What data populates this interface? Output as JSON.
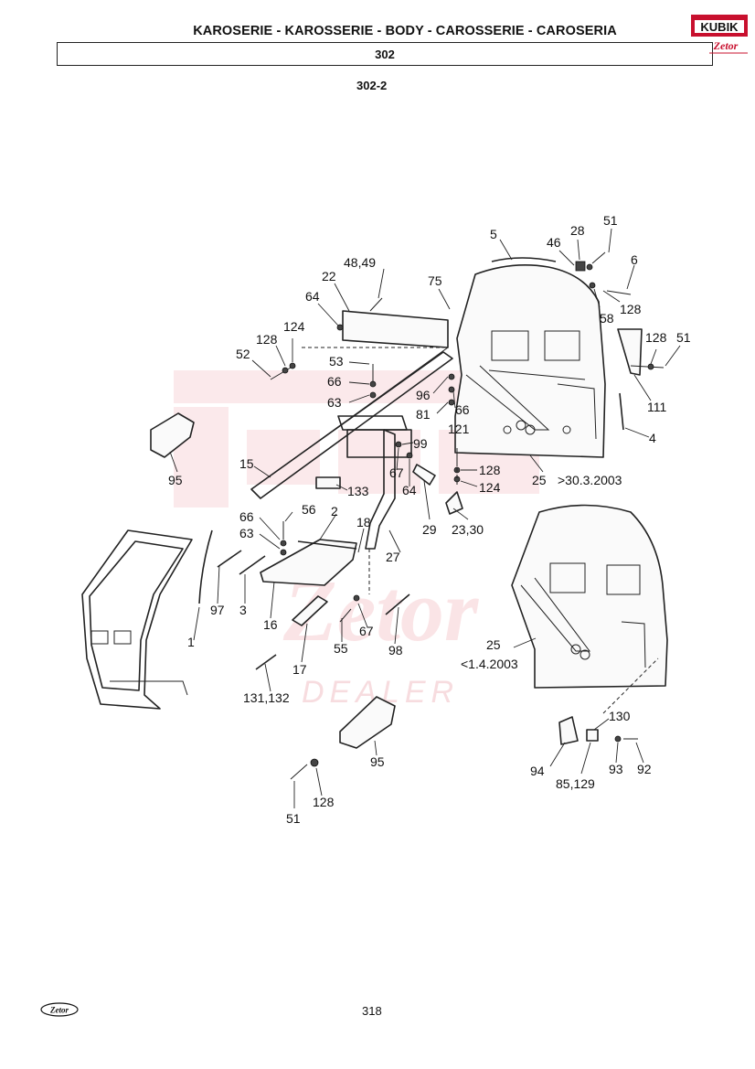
{
  "header": {
    "title": "KAROSERIE - KAROSSERIE - BODY - CAROSSERIE - CAROSERIA",
    "section_code": "302",
    "sub_code": "302-2"
  },
  "logo": {
    "text_top": "KUBIK",
    "text_bottom": "Zetor"
  },
  "footer": {
    "page_number": "318",
    "brand_logo": "Zetor"
  },
  "watermark": {
    "lines": [
      "KUBIK",
      "Zetor",
      "DEALER"
    ]
  },
  "labels": {
    "l5": "5",
    "l28a": "28",
    "l51a": "51",
    "l46": "46",
    "l6": "6",
    "l58": "58",
    "l128a": "128",
    "l128b": "128",
    "l51b": "51",
    "l111": "111",
    "l4": "4",
    "l48_49": "48,49",
    "l22": "22",
    "l75": "75",
    "l64a": "64",
    "l128c": "128",
    "l124a": "124",
    "l52": "52",
    "l53": "53",
    "l66a": "66",
    "l63a": "63",
    "l96": "96",
    "l66b": "66",
    "l81": "81",
    "l121": "121",
    "l99": "99",
    "l67a": "67",
    "l64b": "64",
    "l128d": "128",
    "l124b": "124",
    "l95a": "95",
    "l15": "15",
    "l133": "133",
    "l29": "29",
    "l23_30": "23,30",
    "l25a": "25",
    "l25a_note": ">30.3.2003",
    "l56": "56",
    "l66c": "66",
    "l63b": "63",
    "l2": "2",
    "l18": "18",
    "l27": "27",
    "l97": "97",
    "l3": "3",
    "l16": "16",
    "l1": "1",
    "l55": "55",
    "l67b": "67",
    "l98": "98",
    "l17": "17",
    "l131_132": "131,132",
    "l25b": "25",
    "l25b_note": "<1.4.2003",
    "l95b": "95",
    "l51c": "51",
    "l128e": "128",
    "l130": "130",
    "l94": "94",
    "l85_129": "85,129",
    "l93": "93",
    "l92": "92"
  }
}
